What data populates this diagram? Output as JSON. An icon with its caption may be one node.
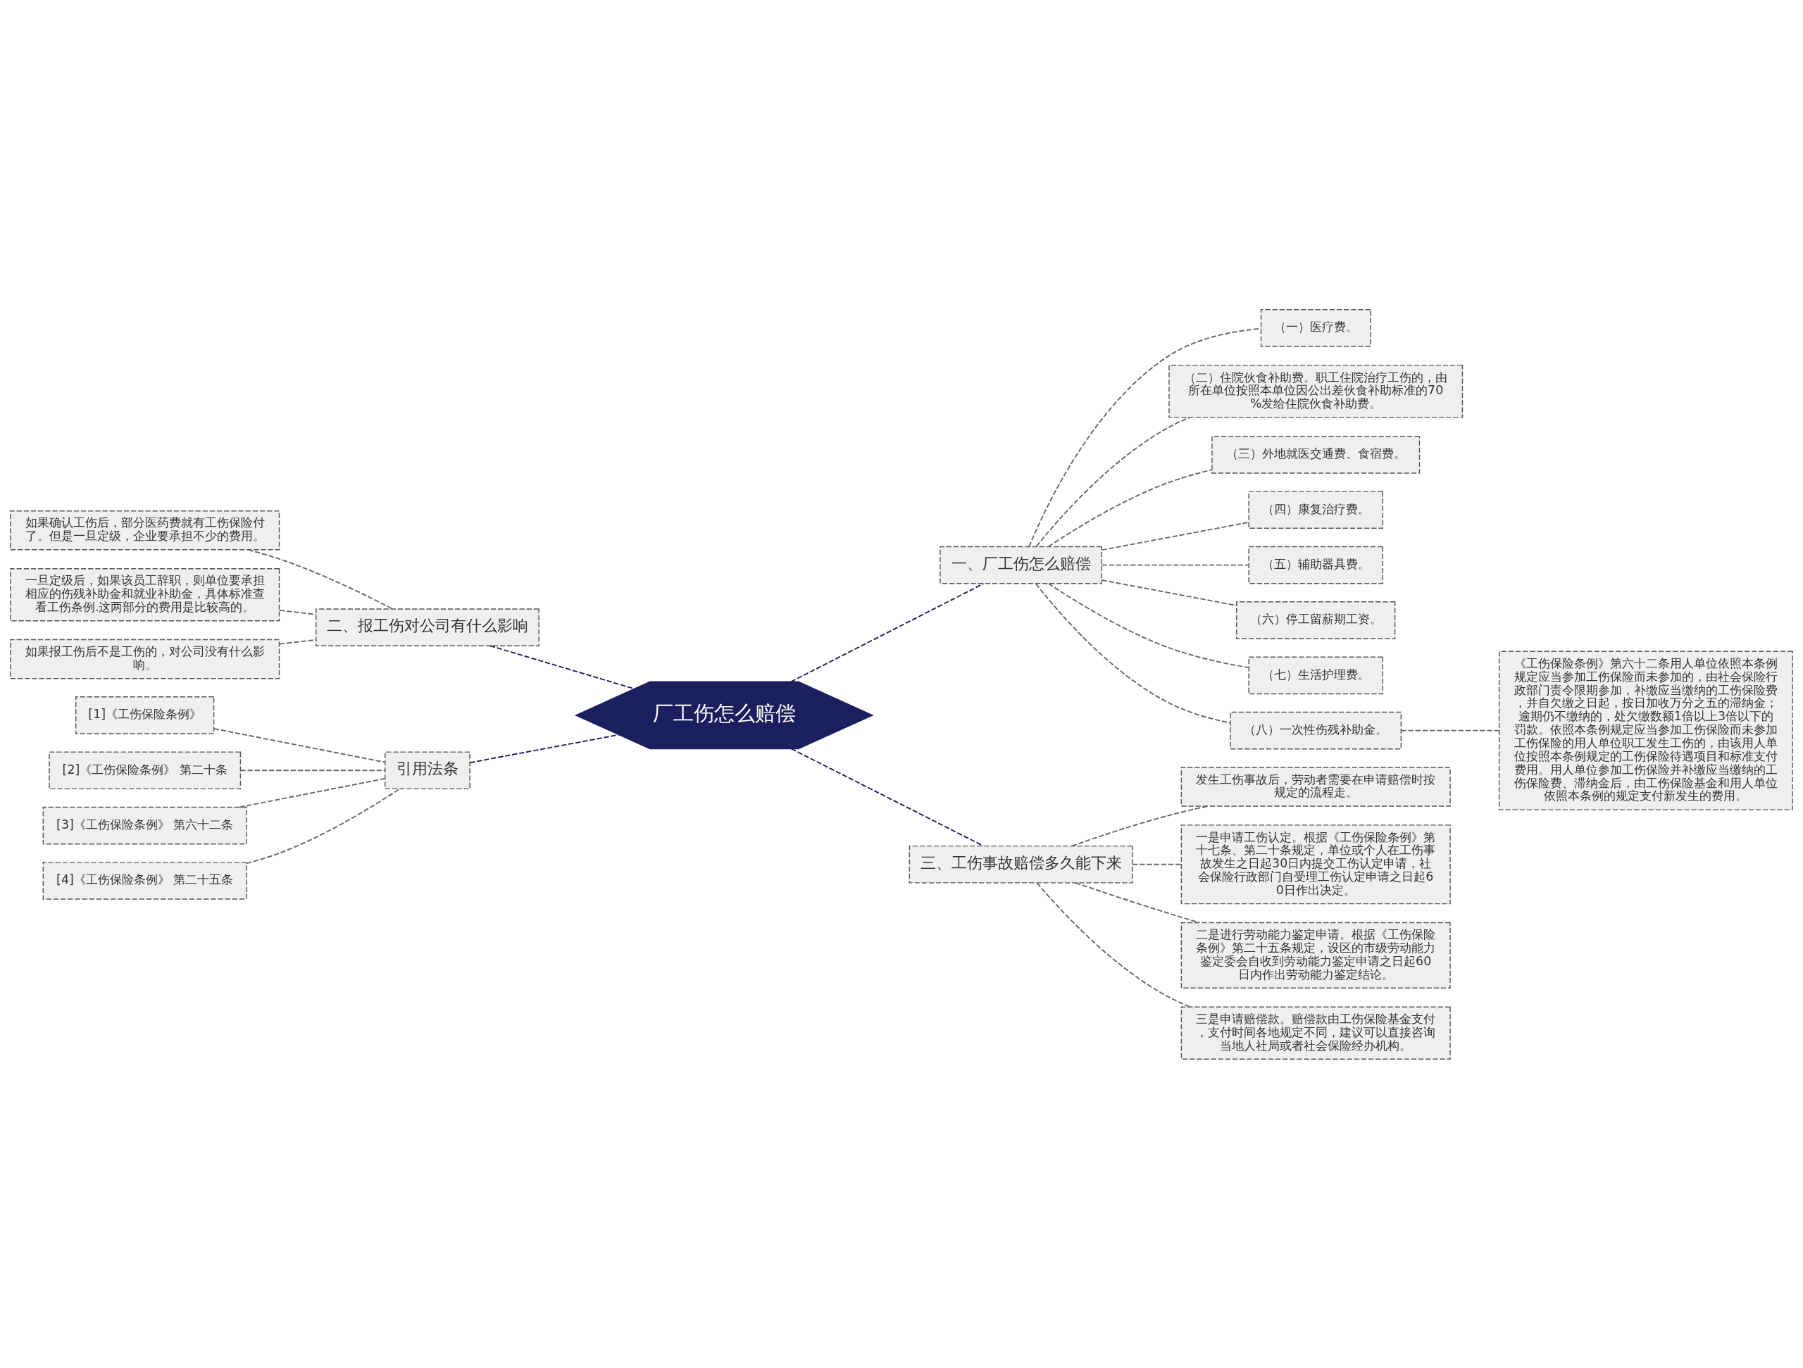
{
  "diagram": {
    "nodes": [
      {
        "text": [
          "厂工伤怎么赔偿"
        ]
      },
      {
        "text": [
          "一、厂工伤怎么赔偿"
        ]
      },
      {
        "text": [
          "（一）医疗费。"
        ]
      },
      {
        "text": [
          "（二）住院伙食补助费。职工住院治疗工伤的，由所在单位按照本单位因公出差伙食补助标准的70%发给住院伙食补助费。"
        ]
      },
      {
        "text": [
          "（三）外地就医交通费、食宿费。"
        ]
      },
      {
        "text": [
          "（四）康复治疗费。"
        ]
      },
      {
        "text": [
          "（五）辅助器具费。"
        ]
      },
      {
        "text": [
          "（六）停工留薪期工资。"
        ]
      },
      {
        "text": [
          "（七）生活护理费。"
        ]
      },
      {
        "text": [
          "（八）一次性伤残补助金。"
        ]
      },
      {
        "text": [
          "《工伤保险条例》第六十二条用人单位依照本条例规定应当参加工伤保险而未参加的，由社会保险行政部门责令限期参加，补缴应当缴纳的工伤保险费，并自欠缴之日起，按日加收万分之五的滞纳金；逾期仍不缴纳的，处欠缴数额1倍以上3倍以下的罚款。依照本条例规定应当参加工伤保险而未参加工伤保险的用人单位职工发生工伤的，由该用人单位按照本条例规定的工伤保险待遇项目和标准支付费用。用人单位参加工伤保险并补缴应当缴纳的工伤保险费、滞纳金后，由工伤保险基金和用人单位依照本条例的规定支付新发生的费用。"
        ]
      },
      {
        "text": [
          "三、工伤事故赔偿多久能下来"
        ]
      },
      {
        "text": [
          "发生工伤事故后，劳动者需要在申请赔偿时按规定的流程走。"
        ]
      },
      {
        "text": [
          "一是申请工伤认定。根据《工伤保险条例》第十七条、第二十条规定，单位或个人在工伤事故发生之日起30日内提交工伤认定申请，社会保险行政部门自受理工伤认定申请之日起60日作出决定。"
        ]
      },
      {
        "text": [
          "二是进行劳动能力鉴定申请。根据《工伤保险条例》第二十五条规定，设区的市级劳动能力鉴定委会自收到劳动能力鉴定申请之日起60日内作出劳动能力鉴定结论。"
        ]
      },
      {
        "text": [
          "三是申请赔偿款。赔偿款由工伤保险基金支付，支付时间各地规定不同，建议可以直接咨询当地人社局或者社会保险经办机构。"
        ]
      },
      {
        "text": [
          "二、报工伤对公司有什么影响"
        ]
      },
      {
        "text": [
          "如果确认工伤后，部分医药费就有工伤保险付了。但是一旦定级，企业要承担不少的费用。"
        ]
      },
      {
        "text": [
          "一旦定级后，如果该员工辞职，则单位要承担相应的伤残补助金和就业补助金，具体标准查看工伤条例.这两部分的费用是比较高的。"
        ]
      },
      {
        "text": [
          "如果报工伤后不是工伤的，对公司没有什么影响。"
        ]
      },
      {
        "text": [
          "引用法条"
        ]
      },
      {
        "text": [
          "[1]《工伤保险条例》"
        ]
      },
      {
        "text": [
          "[2]《工伤保险条例》 第二十条"
        ]
      },
      {
        "text": [
          "[3]《工伤保险条例》 第六十二条"
        ]
      },
      {
        "text": [
          "[4]《工伤保险条例》 第二十五条"
        ]
      }
    ],
    "edges": [
      {
        "from": 0,
        "to": 1,
        "arrow": "none",
        "style": "dashed",
        "color": "#1b1f5e"
      },
      {
        "from": 1,
        "to": 2,
        "arrow": "none",
        "style": "dashed"
      },
      {
        "from": 1,
        "to": 3,
        "arrow": "none",
        "style": "dashed"
      },
      {
        "from": 1,
        "to": 4,
        "arrow": "none",
        "style": "dashed"
      },
      {
        "from": 1,
        "to": 5,
        "arrow": "none",
        "style": "dashed"
      },
      {
        "from": 1,
        "to": 6,
        "arrow": "none",
        "style": "dashed"
      },
      {
        "from": 1,
        "to": 7,
        "arrow": "none",
        "style": "dashed"
      },
      {
        "from": 1,
        "to": 8,
        "arrow": "none",
        "style": "dashed"
      },
      {
        "from": 1,
        "to": 9,
        "arrow": "none",
        "style": "dashed"
      },
      {
        "from": 9,
        "to": 10,
        "arrow": "none",
        "style": "dashed"
      },
      {
        "from": 0,
        "to": 11,
        "arrow": "none",
        "style": "dashed",
        "color": "#1b1f5e"
      },
      {
        "from": 11,
        "to": 12,
        "arrow": "none",
        "style": "dashed"
      },
      {
        "from": 11,
        "to": 13,
        "arrow": "none",
        "style": "dashed"
      },
      {
        "from": 11,
        "to": 14,
        "arrow": "none",
        "style": "dashed"
      },
      {
        "from": 11,
        "to": 15,
        "arrow": "none",
        "style": "dashed"
      },
      {
        "from": 0,
        "to": 16,
        "arrow": "none",
        "style": "dashed",
        "color": "#1b1f5e"
      },
      {
        "from": 16,
        "to": 17,
        "arrow": "none",
        "style": "dashed"
      },
      {
        "from": 16,
        "to": 18,
        "arrow": "none",
        "style": "dashed"
      },
      {
        "from": 16,
        "to": 19,
        "arrow": "none",
        "style": "dashed"
      },
      {
        "from": 0,
        "to": 20,
        "arrow": "none",
        "style": "dashed",
        "color": "#1b1f5e"
      },
      {
        "from": 20,
        "to": 21,
        "arrow": "none",
        "style": "dashed"
      },
      {
        "from": 20,
        "to": 22,
        "arrow": "none",
        "style": "dashed"
      },
      {
        "from": 20,
        "to": 23,
        "arrow": "none",
        "style": "dashed"
      },
      {
        "from": 20,
        "to": 24,
        "arrow": "none",
        "style": "dashed"
      }
    ]
  }
}
